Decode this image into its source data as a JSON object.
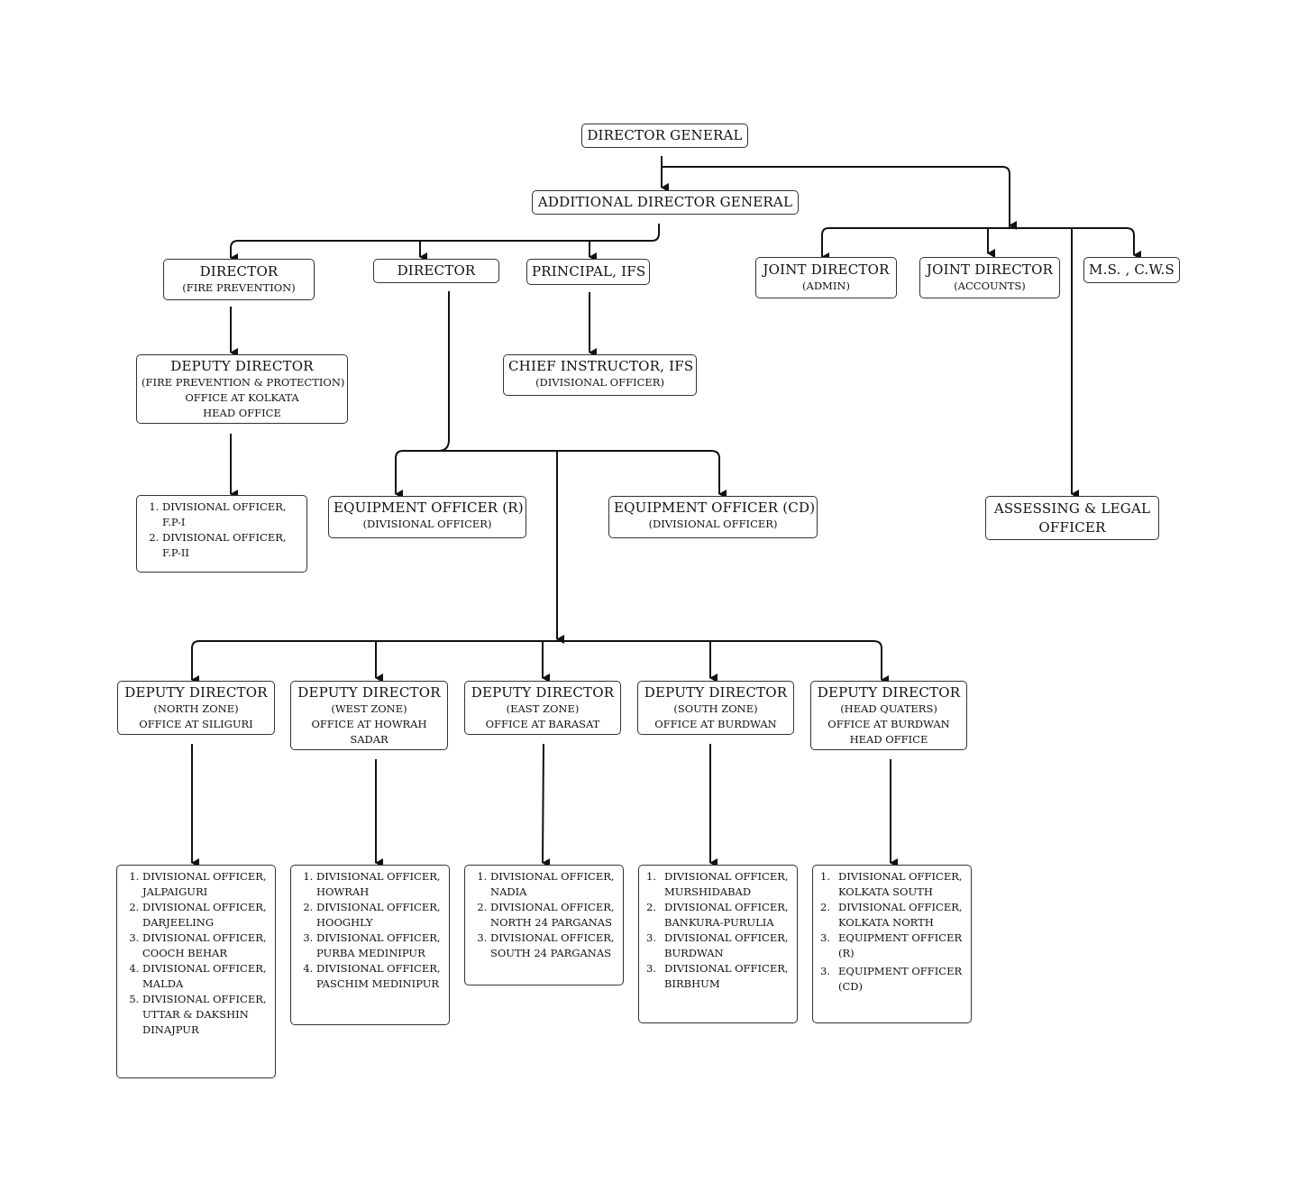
{
  "nodes": {
    "dg": {
      "title": "DIRECTOR GENERAL"
    },
    "adg": {
      "title": "ADDITIONAL DIRECTOR GENERAL"
    },
    "dir_fp": {
      "title": "DIRECTOR",
      "sub": "(FIRE PREVENTION)"
    },
    "dir": {
      "title": "DIRECTOR"
    },
    "principal": {
      "title": "PRINCIPAL, IFS"
    },
    "jd_admin": {
      "title": "JOINT DIRECTOR",
      "sub": "(ADMIN)"
    },
    "jd_acc": {
      "title": "JOINT DIRECTOR",
      "sub": "(ACCOUNTS)"
    },
    "ms": {
      "title": "M.S. , C.W.S"
    },
    "dd_fp": {
      "title": "DEPUTY DIRECTOR",
      "lines": [
        "(FIRE PREVENTION & PROTECTION)",
        "OFFICE AT KOLKATA",
        "HEAD OFFICE"
      ]
    },
    "chief": {
      "title": "CHIEF INSTRUCTOR, IFS",
      "sub": "(DIVISIONAL OFFICER)"
    },
    "eo_r": {
      "title": "EQUIPMENT OFFICER (R)",
      "sub": "(DIVISIONAL OFFICER)"
    },
    "eo_cd": {
      "title": "EQUIPMENT OFFICER (CD)",
      "sub": "(DIVISIONAL OFFICER)"
    },
    "legal": {
      "title": "ASSESSING & LEGAL",
      "title2": "OFFICER"
    },
    "dd_north": {
      "title": "DEPUTY DIRECTOR",
      "lines": [
        "(NORTH ZONE)",
        "OFFICE AT SILIGURI"
      ]
    },
    "dd_west": {
      "title": "DEPUTY DIRECTOR",
      "lines": [
        "(WEST ZONE)",
        "OFFICE AT HOWRAH",
        "SADAR"
      ]
    },
    "dd_east": {
      "title": "DEPUTY DIRECTOR",
      "lines": [
        "(EAST ZONE)",
        "OFFICE AT BARASAT"
      ]
    },
    "dd_south": {
      "title": "DEPUTY DIRECTOR",
      "lines": [
        "(SOUTH ZONE)",
        "OFFICE AT BURDWAN"
      ]
    },
    "dd_hq": {
      "title": "DEPUTY DIRECTOR",
      "lines": [
        "(HEAD QUATERS)",
        "OFFICE AT BURDWAN",
        "HEAD OFFICE"
      ]
    }
  },
  "lists": {
    "fp": [
      [
        "DIVISIONAL OFFICER,",
        "F.P-I"
      ],
      [
        "DIVISIONAL OFFICER,",
        "F.P-II"
      ]
    ],
    "north": [
      [
        "DIVISIONAL OFFICER,",
        "JALPAIGURI"
      ],
      [
        "DIVISIONAL OFFICER,",
        "DARJEELING"
      ],
      [
        "DIVISIONAL OFFICER,",
        "COOCH BEHAR"
      ],
      [
        "DIVISIONAL OFFICER,",
        "MALDA"
      ],
      [
        "DIVISIONAL OFFICER,",
        "UTTAR & DAKSHIN",
        "DINAJPUR"
      ]
    ],
    "west": [
      [
        "DIVISIONAL OFFICER,",
        "HOWRAH"
      ],
      [
        "DIVISIONAL OFFICER,",
        "HOOGHLY"
      ],
      [
        "DIVISIONAL OFFICER,",
        "PURBA MEDINIPUR"
      ],
      [
        "DIVISIONAL OFFICER,",
        "PASCHIM MEDINIPUR"
      ]
    ],
    "east": [
      [
        "DIVISIONAL OFFICER,",
        "NADIA"
      ],
      [
        "DIVISIONAL OFFICER,",
        "NORTH 24 PARGANAS"
      ],
      [
        "DIVISIONAL OFFICER,",
        "SOUTH 24 PARGANAS"
      ]
    ],
    "south": {
      "nums": [
        "1.",
        "2.",
        "3.",
        "3."
      ],
      "items": [
        [
          "DIVISIONAL OFFICER,",
          "MURSHIDABAD"
        ],
        [
          "DIVISIONAL OFFICER,",
          "BANKURA-PURULIA"
        ],
        [
          "DIVISIONAL OFFICER,",
          "BURDWAN"
        ],
        [
          "DIVISIONAL OFFICER,",
          "BIRBHUM"
        ]
      ]
    },
    "hq": {
      "nums": [
        "1.",
        "2.",
        "3.",
        "3."
      ],
      "items": [
        [
          "DIVISIONAL OFFICER,",
          "KOLKATA SOUTH"
        ],
        [
          "DIVISIONAL OFFICER,",
          "KOLKATA NORTH"
        ],
        [
          "EQUIPMENT OFFICER",
          "(R)"
        ],
        [
          "EQUIPMENT OFFICER",
          "(CD)"
        ]
      ]
    }
  }
}
